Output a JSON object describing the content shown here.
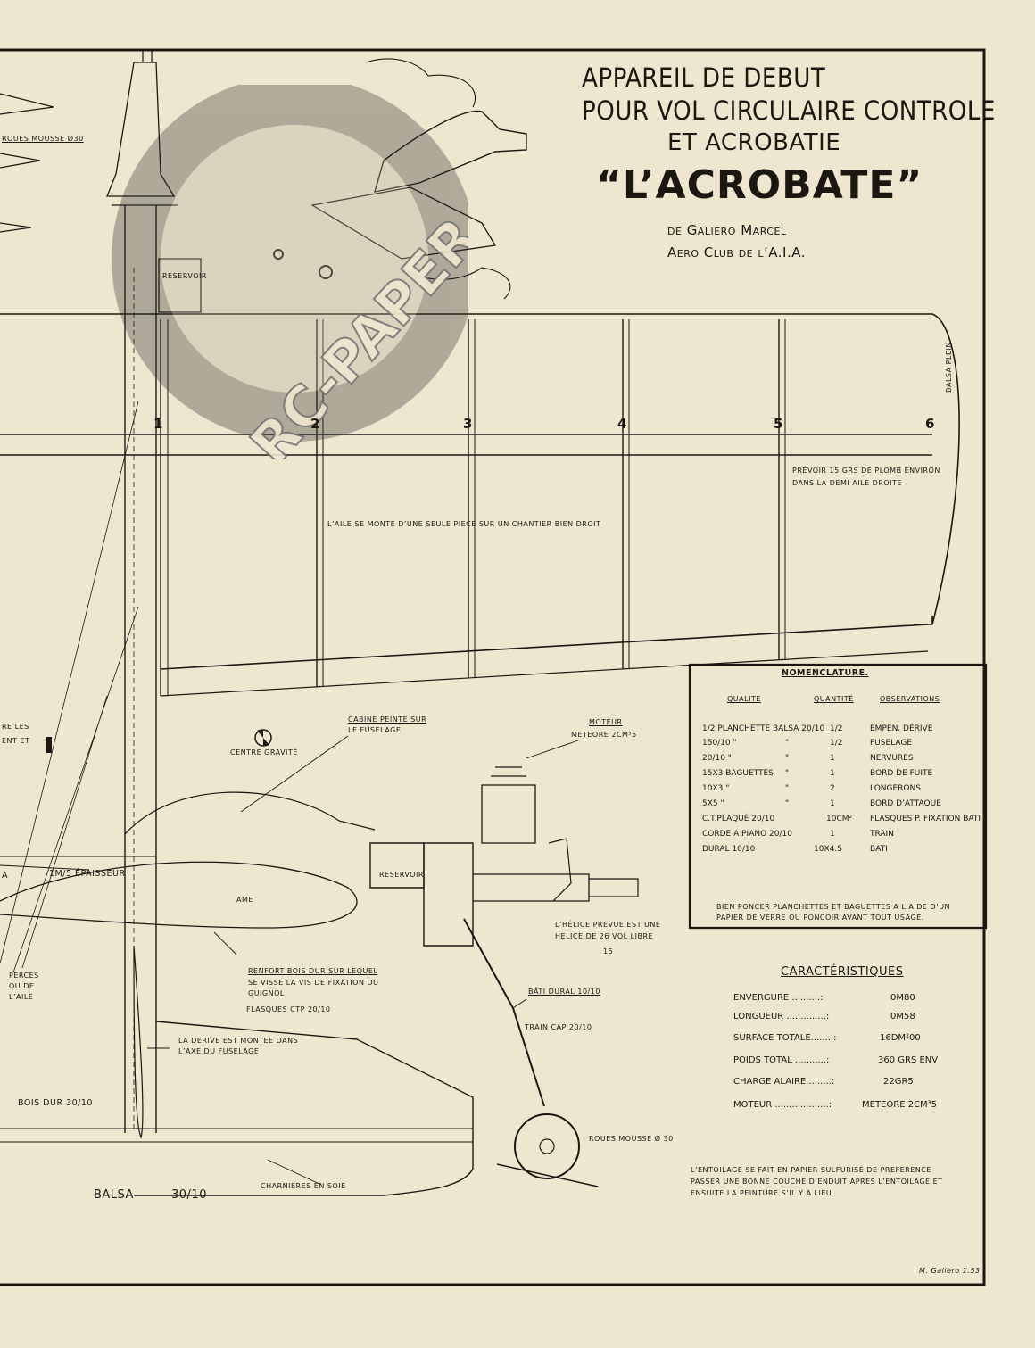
{
  "title": {
    "line1": "Appareil de debut",
    "line2": "pour vol circulaire controle",
    "line3": "et acrobatie",
    "name": "“L’ACROBATE”",
    "author": "de Galiero Marcel",
    "club": "Aero Club de l’A.I.A."
  },
  "watermark": "RC-PAPER.COM",
  "rib_numbers": [
    "1",
    "2",
    "3",
    "4",
    "5",
    "6"
  ],
  "labels": {
    "roues_top": "Roues mousse ø30",
    "reservoir_top": "Reservoir",
    "balsa_plein": "Balsa plein",
    "prevoir1": "Prévoir 15 grs de plomb environ",
    "prevoir2": "dans la demi aile droite",
    "aile": "L’aile se monte d’une seule piece sur un chantier bien droit",
    "cabine1": "Cabine peinte sur",
    "cabine2": "le fuselage",
    "centre": "Centre gravité",
    "moteur_lbl1": "Moteur",
    "moteur_lbl2": "Meteore 2cm³5",
    "reservoir_side": "Reservoir",
    "epaisseur": "1m/5 épaisseur",
    "ame": "Ame",
    "left_les": "re les",
    "left_ent": "ent et",
    "left_a": "a",
    "left_perces": "perces",
    "left_ou": "ou de",
    "left_aile": "l’aile",
    "helice1": "L’hélice prevue est une",
    "helice2": "helice de 26 vol libre",
    "helice3": "15",
    "renfort1": "Renfort bois dur sur lequel",
    "renfort2": "se visse la vis de fixation du",
    "renfort3": "guignol",
    "flasques": "Flasques CTP 20/10",
    "bati": "Bâti dural 10/10",
    "train": "Train CAP 20/10",
    "derive1": "La derive est montee dans",
    "derive2": "l’axe du fuselage",
    "bois_dur": "Bois dur 30/10",
    "roues_bottom": "Roues mousse ø 30",
    "balsa": "Balsa",
    "balsa_dim": "30/10",
    "charnieres": "Charnieres en soie",
    "signature": "M. Galiero 1.53"
  },
  "nomenclature": {
    "title": "Nomenclature.",
    "headers": [
      "Qualite",
      "Quantité",
      "Observations"
    ],
    "rows": [
      [
        "1/2 planchette balsa 20/10",
        "1/2",
        "Empen. dérive"
      ],
      [
        "150/10 \"",
        "\"",
        "1/2",
        "Fuselage"
      ],
      [
        "20/10 \"",
        "\"",
        "1",
        "Nervures"
      ],
      [
        "15x3 baguettes",
        "\"",
        "1",
        "Bord de fuite"
      ],
      [
        "10x3 \"",
        "\"",
        "2",
        "Longerons"
      ],
      [
        "5x5 \"",
        "\"",
        "1",
        "Bord d’attaque"
      ],
      [
        "C.T.plaqué 20/10",
        "",
        "10cm²",
        "Flasques p. fixation bati"
      ],
      [
        "Corde a piano 20/10",
        "",
        "1",
        "Train"
      ],
      [
        "Dural 10/10",
        "",
        "10x4.5",
        "Bati"
      ]
    ],
    "note1": "Bien poncer planchettes et baguettes a l’aide d’un",
    "note2": "papier de verre ou poncoir avant tout usage."
  },
  "caracteristiques": {
    "title": "Caractéristiques",
    "rows": [
      [
        "Envergure ..........:",
        "0m80"
      ],
      [
        "Longueur ..............:",
        "0m58"
      ],
      [
        "Surface totale........:",
        "16dm²00"
      ],
      [
        "Poids total ...........:",
        "360 grs env"
      ],
      [
        "Charge alaire.........:",
        "22gr5"
      ],
      [
        "Moteur ...................:",
        "Meteore 2cm³5"
      ]
    ]
  },
  "entoilage1": "L’entoilage se fait en papier sulfurisé de preference",
  "entoilage2": "passer une bonne couche d’enduit apres l’entoilage et",
  "entoilage3": "ensuite la peinture s’il y a lieu."
}
